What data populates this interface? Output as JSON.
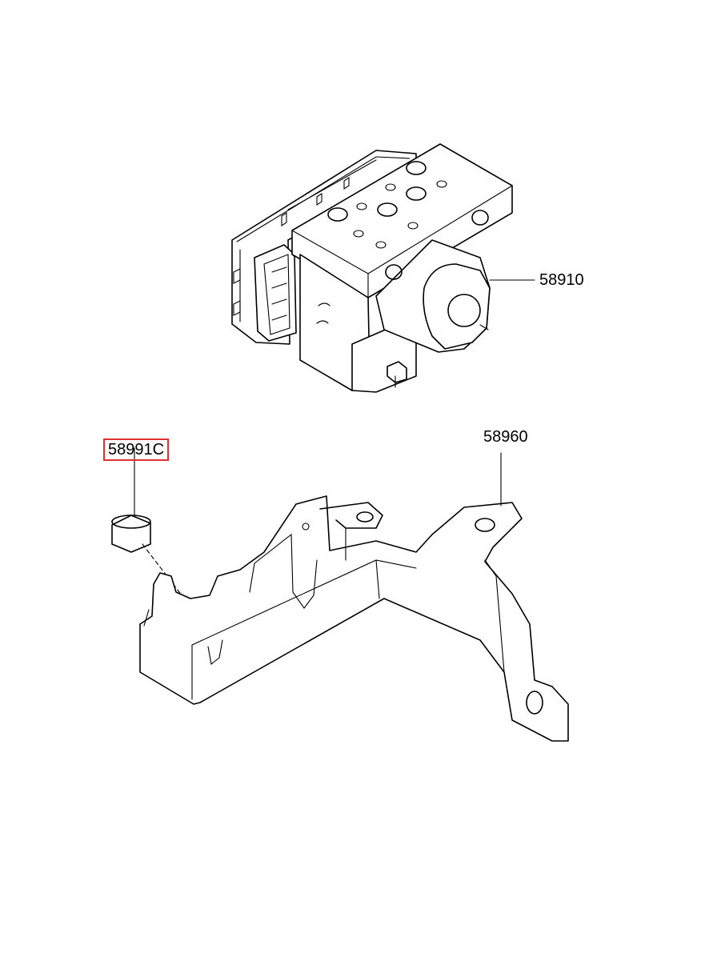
{
  "parts": [
    {
      "id": "58910",
      "label": "58910",
      "name": "abs-hydraulic-unit"
    },
    {
      "id": "58960",
      "label": "58960",
      "name": "mounting-bracket"
    },
    {
      "id": "58991C",
      "label": "58991C",
      "name": "bushing",
      "highlighted": true
    }
  ],
  "colors": {
    "highlight_border": "#e03030",
    "line": "#000000",
    "background": "#ffffff"
  }
}
